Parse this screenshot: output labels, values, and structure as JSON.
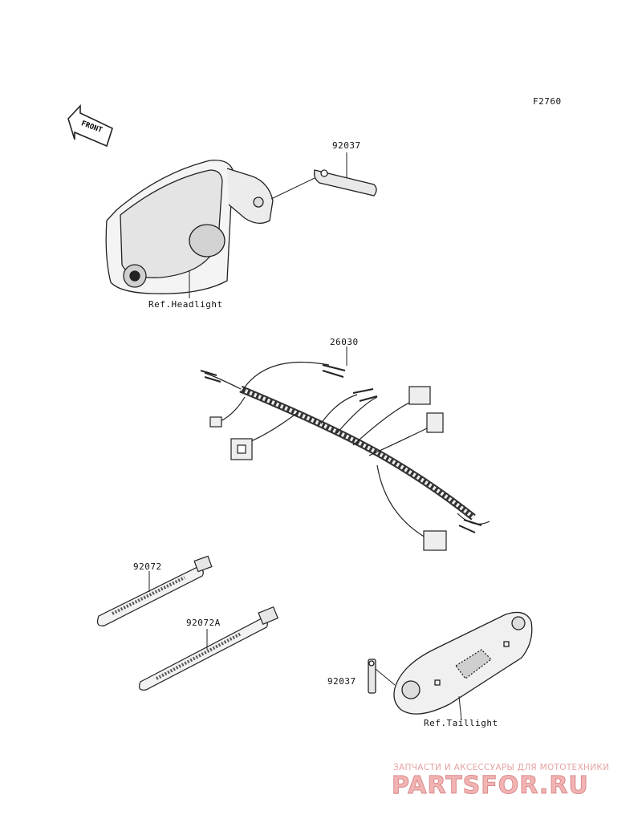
{
  "figure_code": "F2760",
  "front_arrow": "FRONT",
  "labels": {
    "clip_top": "92037",
    "headlight_ref": "Ref.Headlight",
    "harness": "26030",
    "band_1": "92072",
    "band_2": "92072A",
    "clip_bottom": "92037",
    "taillight_ref": "Ref.Taillight"
  },
  "watermark": {
    "subtitle": "ЗАПЧАСТИ И АКСЕССУАРЫ ДЛЯ МОТОТЕХНИКИ",
    "logo": "PARTSFOR.RU"
  }
}
